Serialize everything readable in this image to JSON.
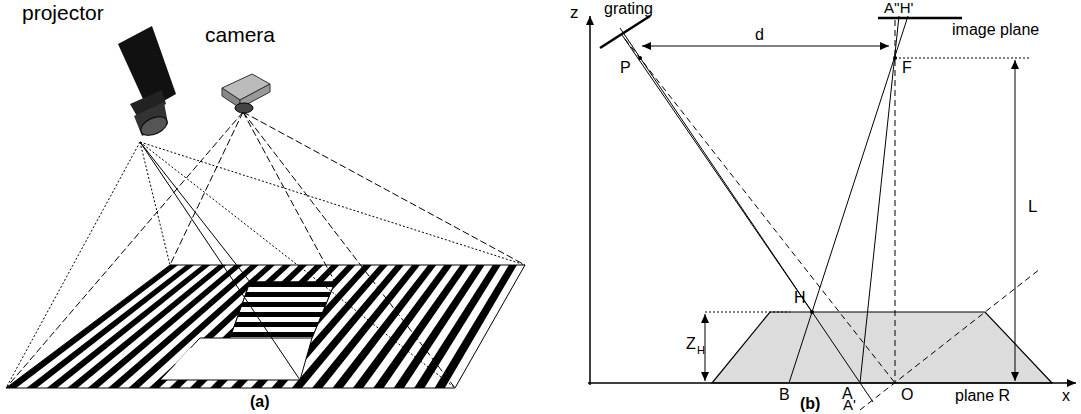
{
  "diagram": {
    "labels": [
      "projector",
      "camera",
      "(a)",
      "grating",
      "d",
      "A''H'",
      "image plane",
      "z",
      "P",
      "F",
      "L",
      "H",
      "Z",
      "H",
      "B",
      "A",
      "O",
      "plane R",
      "x",
      "A'",
      "(b)"
    ]
  }
}
